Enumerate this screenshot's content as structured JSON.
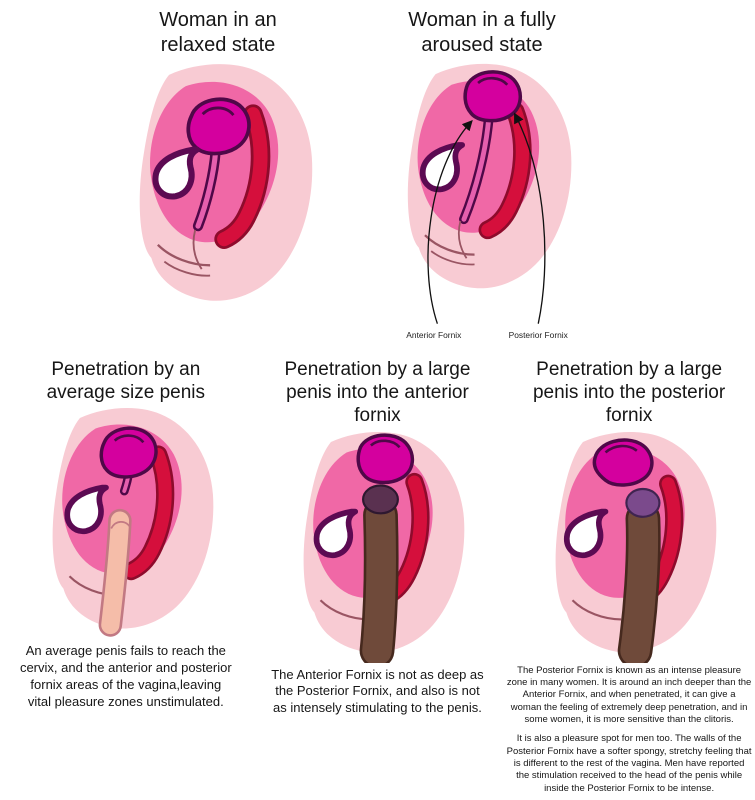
{
  "top": {
    "relaxed": {
      "title": "Woman in an relaxed state"
    },
    "aroused": {
      "title": "Woman in a fully aroused state",
      "anterior_label": "Anterior Fornix",
      "posterior_label": "Posterior Fornix"
    }
  },
  "bottom": {
    "average": {
      "title": "Penetration by an average size penis",
      "caption": "An average penis fails to reach the cervix, and the anterior and posterior fornix areas of the vagina,leaving vital pleasure zones unstimulated."
    },
    "anterior": {
      "title": "Penetration by a large penis into the anterior fornix",
      "caption": "The Anterior Fornix is not as deep as the Posterior Fornix, and also is not as intensely stimulating to the penis."
    },
    "posterior": {
      "title": "Penetration by a large penis into the posterior fornix",
      "caption_1": "The Posterior Fornix is known as an intense pleasure zone in many women. It is around an inch deeper than the Anterior Fornix, and when penetrated, it can give a woman the feeling of extremely deep penetration, and in some women, it is more sensitive than the clitoris.",
      "caption_2": "It is also a pleasure spot for men too. The walls of the Posterior Fornix have a softer spongy, stretchy feeling that is different to the rest of the vagina. Men have reported the stimulation received to the head of the penis while inside the Posterior Fornix to be intense."
    }
  },
  "colors": {
    "body": "#f8cbd3",
    "inner_pink": "#f068a6",
    "uterus": "#d4009e",
    "uterus_outline": "#4f0848",
    "rectum": "#d50f3c",
    "rectum_outline": "#8e0b2c",
    "bladder_outline": "#5c0a52",
    "average_penis": "#f5bda9",
    "average_penis_outline": "#c27983",
    "large_penis": "#6f4a3a",
    "large_penis_outline": "#46291e",
    "anterior_glans": "#5a3150",
    "posterior_glans": "#7b4a8c",
    "arrow": "#111111"
  }
}
